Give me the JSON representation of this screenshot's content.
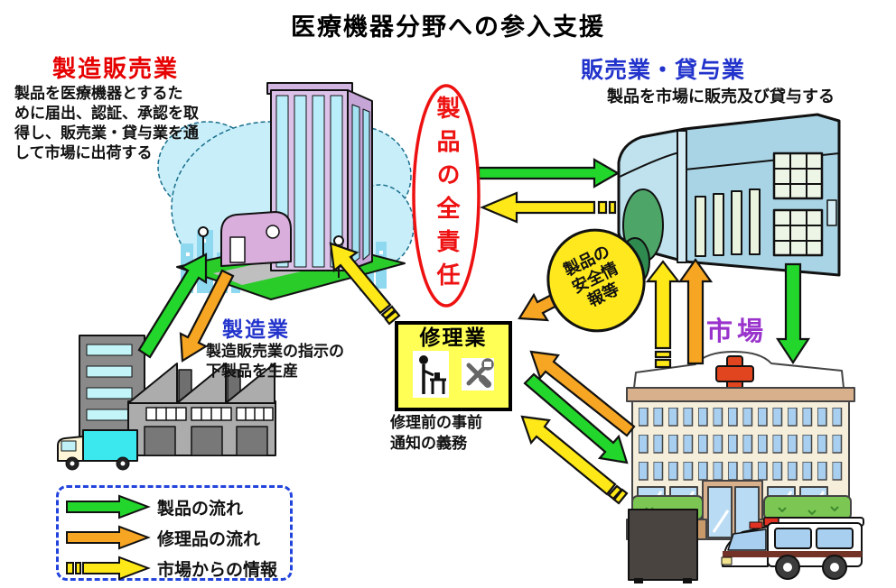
{
  "title": "医療機器分野への参入支援",
  "colors": {
    "product_flow_green": "#23d62c",
    "repair_flow_orange": "#f7a623",
    "market_info_yellow": "#ffe817",
    "responsibility_red": "#ee1111",
    "maker_red": "#e60000",
    "dealer_blue": "#2233cc",
    "market_purple": "#9933cc",
    "repair_box_yellow": "#ffff55",
    "safety_ellipse_yellow": "#ffe91e",
    "legend_border_blue": "#2244dd"
  },
  "manufacturer_seller": {
    "title": "製造販売業",
    "description": "製品を医療機器とするた\nめに届出、認証、承認を取\n得し、販売業・貸与業を通\nして市場に出荷する"
  },
  "seller_lender": {
    "title": "販売業・貸与業",
    "description": "製品を市場に販売及び貸与する"
  },
  "responsibility_label": "製品の全責任",
  "manufacturer": {
    "title": "製造業",
    "description": "製造販売業の指示の\n下製品を生産"
  },
  "repair": {
    "title": "修理業",
    "description": "修理前の事前\n通知の義務",
    "icons": [
      "worker-at-bench-icon",
      "crossed-tools-icon"
    ]
  },
  "safety_info_label": "製品の\n安全情\n報等",
  "market_label": "市場",
  "legend": {
    "items": [
      {
        "label": "製品の流れ",
        "color_key": "product_flow_green"
      },
      {
        "label": "修理品の流れ",
        "color_key": "repair_flow_orange"
      },
      {
        "label": "市場からの情報",
        "color_key": "market_info_yellow"
      }
    ]
  }
}
